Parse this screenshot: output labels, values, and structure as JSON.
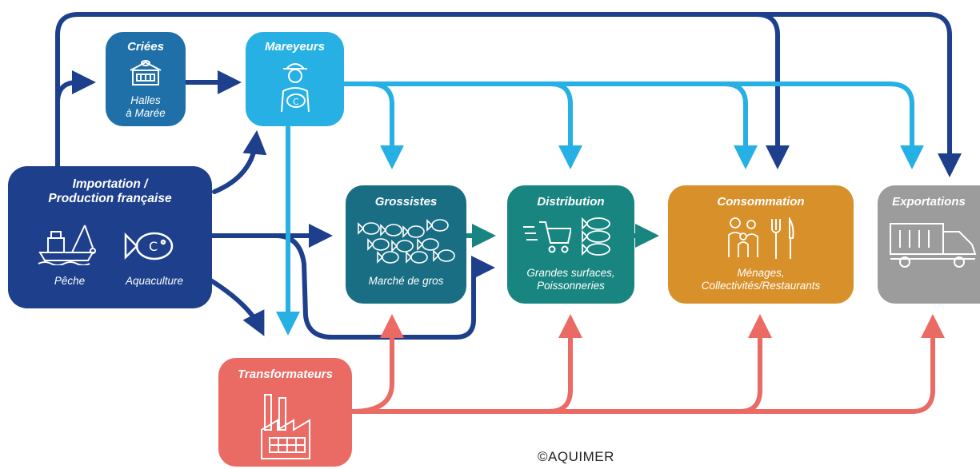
{
  "colors": {
    "navy": "#1d3f8c",
    "cyan": "#27b0e3",
    "blue_dark": "#1f6fa8",
    "teal_blue": "#1a6e84",
    "teal": "#198581",
    "orange": "#d8902a",
    "grey": "#9c9c9c",
    "coral": "#ea6a64"
  },
  "nodes": {
    "criees": {
      "title": "Criées",
      "sub1": "Halles",
      "sub2": "à Marée",
      "icon": "fish-hall-icon"
    },
    "mareyeurs": {
      "title": "Mareyeurs",
      "icon": "fishmonger-icon"
    },
    "import": {
      "title1": "Importation /",
      "title2": "Production française",
      "left_label": "Pêche",
      "right_label": "Aquaculture",
      "left_icon": "fishing-boat-icon",
      "right_icon": "fish-icon"
    },
    "grossistes": {
      "title": "Grossistes",
      "sub": "Marché de gros",
      "icon": "fish-school-icon"
    },
    "distribution": {
      "title": "Distribution",
      "sub1": "Grandes surfaces,",
      "sub2": "Poissonneries",
      "left_icon": "shopping-cart-icon",
      "right_icon": "fish-stack-icon"
    },
    "consommation": {
      "title": "Consommation",
      "sub1": "Ménages,",
      "sub2": "Collectivités/Restaurants",
      "left_icon": "family-icon",
      "right_icon": "fork-knife-icon"
    },
    "exportations": {
      "title": "Exportations",
      "icon": "truck-icon"
    },
    "transformateurs": {
      "title": "Transformateurs",
      "icon": "factory-icon"
    }
  },
  "credit": "©AQUIMER"
}
